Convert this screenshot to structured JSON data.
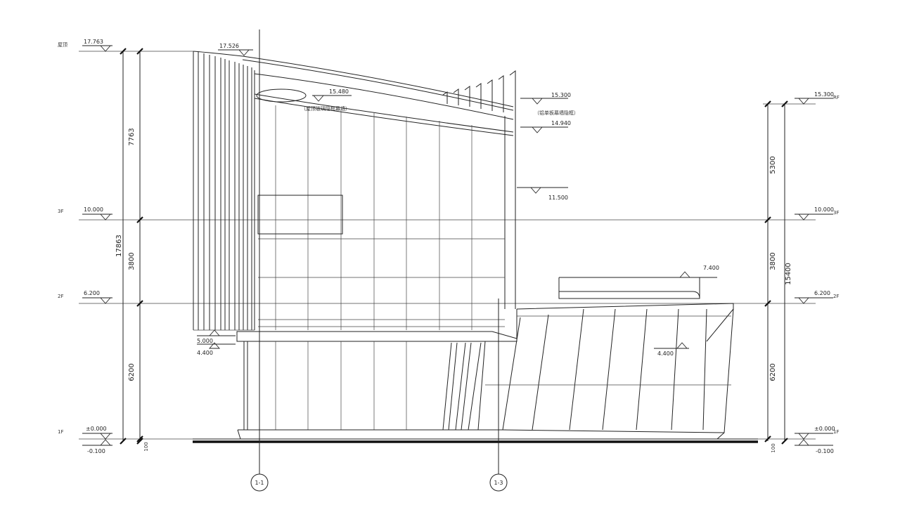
{
  "left_levels": {
    "roof": {
      "floor": "屋顶",
      "value": "17.763"
    },
    "f3": {
      "floor": "3F",
      "value": "10.000"
    },
    "f2": {
      "floor": "2F",
      "value": "6.200"
    },
    "f1": {
      "floor": "1F",
      "value": "±0.000"
    },
    "ground": {
      "value": "-0.100"
    }
  },
  "right_levels": {
    "rf": {
      "floor": "RF",
      "value": "15.300"
    },
    "f3": {
      "floor": "3F",
      "value": "10.000"
    },
    "f2": {
      "floor": "2F",
      "value": "6.200"
    },
    "f1": {
      "floor": "1F",
      "value": "±0.000"
    },
    "ground": {
      "value": "-0.100"
    }
  },
  "left_dims": {
    "upper": "7763",
    "total": "17863",
    "middle": "3800",
    "lower": "6200",
    "base": "100"
  },
  "right_dims": {
    "upper": "5300",
    "middle": "3800",
    "total": "15400",
    "lower": "6200",
    "base": "100"
  },
  "annotations": {
    "top_peak": "17.526",
    "curve_level": "15.480",
    "curve_note": "（屋顶玻璃隐框幕墙）",
    "right_top": "15.300",
    "right_note": "（铝单板幕墙隐框）",
    "right_sub": "14.940",
    "mid_level": "11.500",
    "canopy_level": "7.400",
    "podium_level": "4.400",
    "slab_top": "5.000",
    "slab_bottom": "4.400"
  },
  "axes": {
    "left": "1-1",
    "right": "1-3"
  }
}
